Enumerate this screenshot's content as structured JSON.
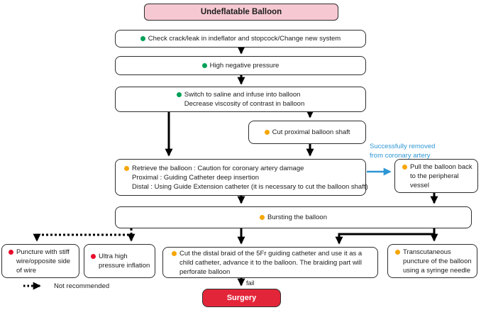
{
  "title": {
    "label": "Undeflatable Balloon"
  },
  "nodes": {
    "check": {
      "label": "Check crack/leak in indeflator and stopcock/Change new system",
      "bullet": "green"
    },
    "pressure": {
      "label": "High negative pressure",
      "bullet": "green"
    },
    "saline": {
      "lines": [
        "Switch to saline and infuse into balloon",
        "Decrease viscosity of contrast in balloon"
      ],
      "bullet": "green"
    },
    "cut_shaft": {
      "label": "Cut proximal  balloon shaft",
      "bullet": "orange"
    },
    "retrieve": {
      "lines": [
        "Retrieve the balloon : Caution for coronary artery damage",
        "Proximal : Guiding Catheter deep insertion",
        "Distal : Using Guide Extension catheter (it is necessary to cut the balloon shaft)"
      ],
      "bullet": "orange"
    },
    "pull_back": {
      "label": "Pull the balloon back to the peripheral vessel",
      "bullet": "orange"
    },
    "bursting": {
      "label": "Bursting the balloon",
      "bullet": "orange"
    },
    "puncture_wire": {
      "label": "Puncture with stiff wire/opposite side of wire",
      "bullet": "red"
    },
    "ultra_high": {
      "label": "Ultra high pressure inflation",
      "bullet": "red"
    },
    "cut_braid": {
      "label": "Cut the distal braid of the 5Fr guiding catheter and use it as a child catheter, advance it to the balloon. The braiding part will perforate balloon",
      "bullet": "orange"
    },
    "transcutaneous": {
      "label": "Transcutaneous puncture of the balloon using a syringe needle",
      "bullet": "orange"
    },
    "surgery": {
      "label": "Surgery"
    }
  },
  "annotations": {
    "success_note": {
      "lines": [
        "Successfully removed",
        "from coronary artery"
      ]
    },
    "fail_label": "fail",
    "legend_label": "Not recommended"
  },
  "colors": {
    "title_bg": "#f6c9d2",
    "surgery_bg": "#e32539",
    "bullet_green": "#00a056",
    "bullet_orange": "#f6a600",
    "bullet_red": "#e80b2d",
    "arrow_blue": "#2e96d5",
    "box_border": "#2e2e2e",
    "arrow_black": "#000000"
  }
}
